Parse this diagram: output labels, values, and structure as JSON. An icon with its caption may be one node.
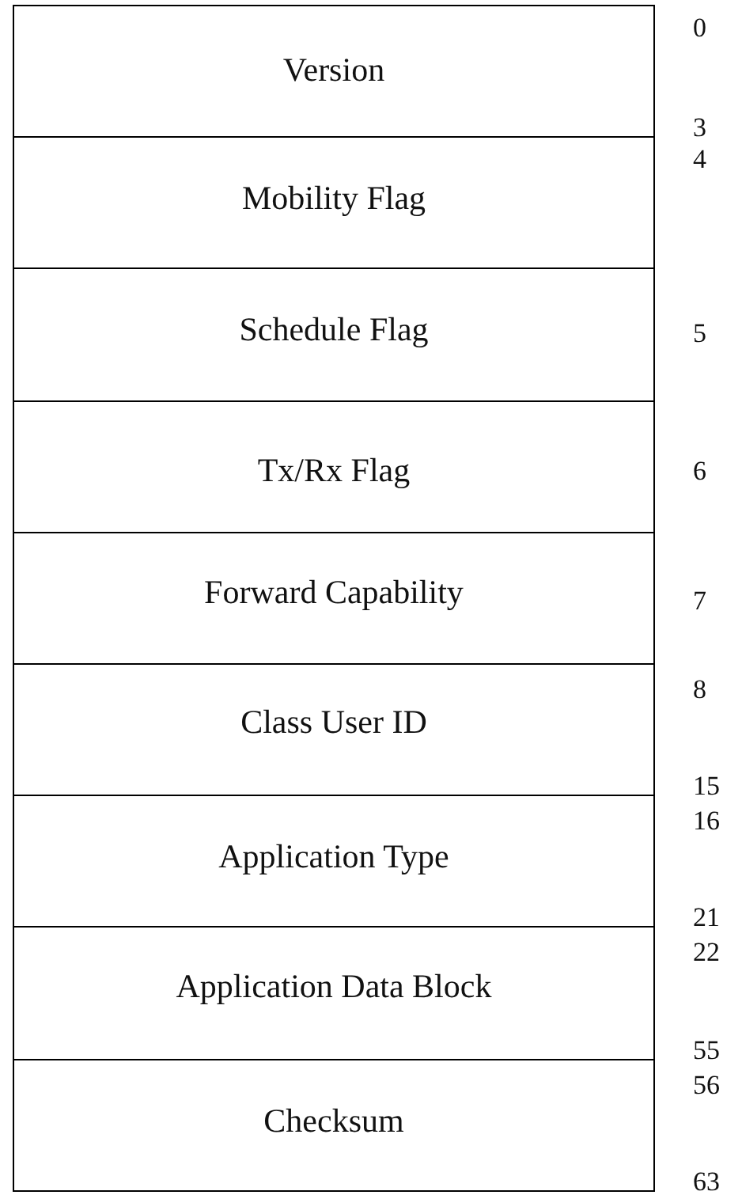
{
  "diagram": {
    "nodes": [
      {
        "text": [
          "Version"
        ],
        "beside": [
          "0",
          "3"
        ]
      },
      {
        "text": [
          "Mobility Flag"
        ],
        "beside": [
          "4"
        ]
      },
      {
        "text": [
          "Schedule Flag"
        ],
        "beside": [
          "5"
        ]
      },
      {
        "text": [
          "Tx/Rx Flag"
        ],
        "beside": [
          "6"
        ]
      },
      {
        "text": [
          "Forward Capability"
        ],
        "beside": [
          "7"
        ]
      },
      {
        "text": [
          "Class User ID"
        ],
        "beside": [
          "8",
          "15"
        ]
      },
      {
        "text": [
          "Application Type"
        ],
        "beside": [
          "16",
          "21"
        ]
      },
      {
        "text": [
          "Application Data Block"
        ],
        "beside": [
          "22",
          "55"
        ]
      },
      {
        "text": [
          "Checksum"
        ],
        "beside": [
          "56",
          "63"
        ]
      }
    ]
  }
}
